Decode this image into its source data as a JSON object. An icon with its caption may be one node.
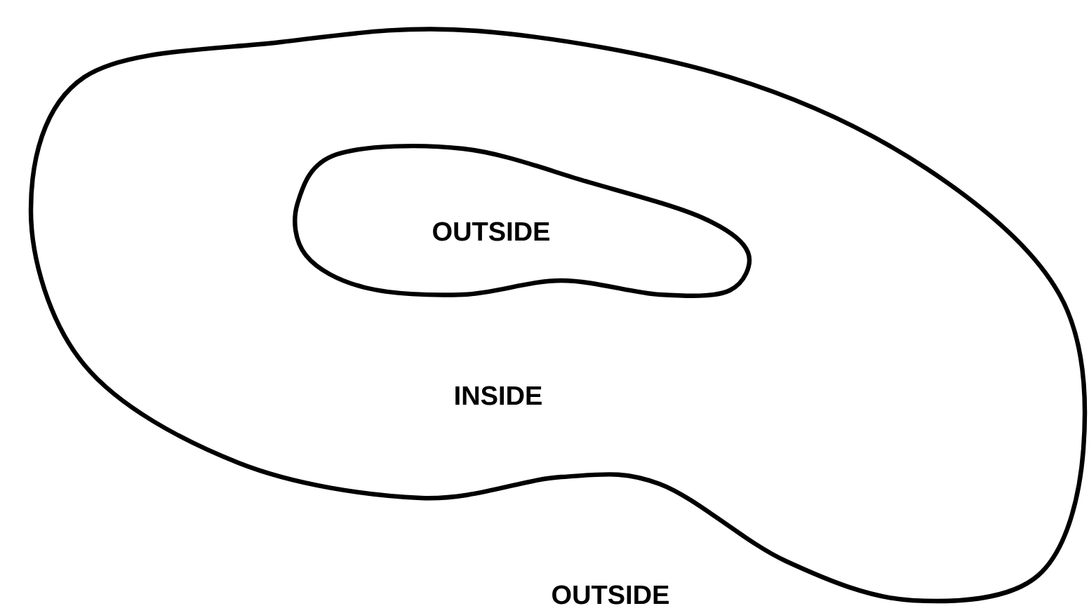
{
  "diagram": {
    "nodes": [
      {
        "text": [
          "INSIDE"
        ]
      },
      {
        "text": [
          "OUTSIDE"
        ],
        "in": 0
      }
    ],
    "labels": [
      "OUTSIDE"
    ]
  }
}
